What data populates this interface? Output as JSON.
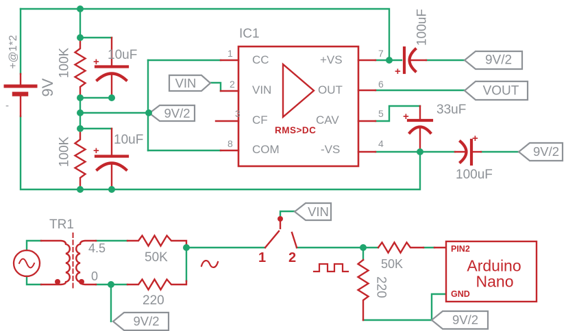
{
  "colors": {
    "net_green": "#1fa56e",
    "symbol_red": "#c3262b",
    "text_gray": "#8d9196",
    "background": "#ffffff"
  },
  "symbols": {
    "plus": "+",
    "minus": "-"
  },
  "power": {
    "battery_label": "+@1*2",
    "battery_value": "9V"
  },
  "divider": {
    "r_top": "100K",
    "c_top": "10uF",
    "r_bottom": "100K",
    "c_bottom": "10uF"
  },
  "ic": {
    "ref": "IC1",
    "function": "RMS>DC",
    "left_pins": [
      {
        "num": "1",
        "name": "CC"
      },
      {
        "num": "2",
        "name": "VIN"
      },
      {
        "num": "3",
        "name": "CF"
      },
      {
        "num": "8",
        "name": "COM"
      }
    ],
    "right_pins": [
      {
        "num": "7",
        "name": "+VS"
      },
      {
        "num": "6",
        "name": "OUT"
      },
      {
        "num": "5",
        "name": "CAV"
      },
      {
        "num": "4",
        "name": "-VS"
      }
    ]
  },
  "flags": {
    "vin": "VIN",
    "vout": "VOUT",
    "half_rail": "9V/2"
  },
  "right_caps": {
    "c_top": "100uF",
    "c_mid": "33uF",
    "c_bottom": "100uF"
  },
  "transformer": {
    "ref": "TR1",
    "tap_top": "4.5",
    "tap_bottom": "0"
  },
  "input_stage": {
    "r_sine": "50K",
    "r_sine_shunt": "220",
    "r_square": "50K",
    "r_square_shunt": "220",
    "sw_pos1": "1",
    "sw_pos2": "2"
  },
  "arduino": {
    "name_line1": "Arduino",
    "name_line2": "Nano",
    "pin_top": "PIN2",
    "pin_bottom": "GND"
  }
}
